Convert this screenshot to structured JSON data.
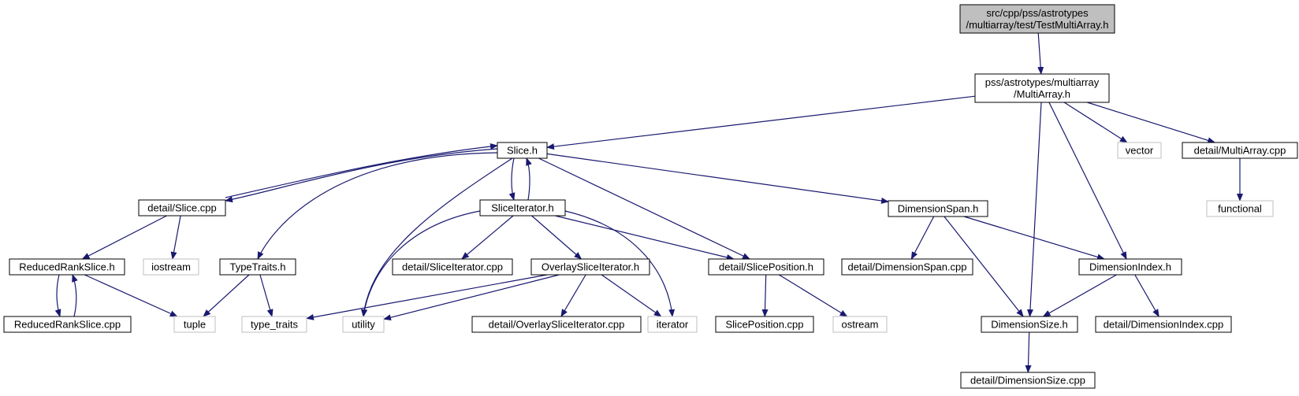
{
  "colors": {
    "edge": "#191970",
    "root_fill": "#bfbfbf",
    "file_border": "#000000",
    "system_border": "#bfbfbf"
  },
  "nodes": {
    "root": {
      "label": "src/cpp/pss/astrotypes\n/multiarray/test/TestMultiArray.h",
      "kind": "root"
    },
    "multiarray_h": {
      "label": "pss/astrotypes/multiarray\n/MultiArray.h",
      "kind": "file"
    },
    "slice_h": {
      "label": "Slice.h",
      "kind": "file"
    },
    "vector": {
      "label": "vector",
      "kind": "system"
    },
    "multiarray_cpp": {
      "label": "detail/MultiArray.cpp",
      "kind": "file"
    },
    "functional": {
      "label": "functional",
      "kind": "system"
    },
    "slice_cpp": {
      "label": "detail/Slice.cpp",
      "kind": "file"
    },
    "sliceiterator_h": {
      "label": "SliceIterator.h",
      "kind": "file"
    },
    "dimensionspan_h": {
      "label": "DimensionSpan.h",
      "kind": "file"
    },
    "reducedrankslice_h": {
      "label": "ReducedRankSlice.h",
      "kind": "file"
    },
    "iostream": {
      "label": "iostream",
      "kind": "system"
    },
    "typetraits_h": {
      "label": "TypeTraits.h",
      "kind": "file"
    },
    "sliceiterator_cpp": {
      "label": "detail/SliceIterator.cpp",
      "kind": "file"
    },
    "overlaysliceiterator_h": {
      "label": "OverlaySliceIterator.h",
      "kind": "file"
    },
    "sliceposition_h": {
      "label": "detail/SlicePosition.h",
      "kind": "file"
    },
    "dimensionspan_cpp": {
      "label": "detail/DimensionSpan.cpp",
      "kind": "file"
    },
    "dimensionindex_h": {
      "label": "DimensionIndex.h",
      "kind": "file"
    },
    "reducedrankslice_cpp": {
      "label": "ReducedRankSlice.cpp",
      "kind": "file"
    },
    "tuple": {
      "label": "tuple",
      "kind": "system"
    },
    "type_traits": {
      "label": "type_traits",
      "kind": "system"
    },
    "utility": {
      "label": "utility",
      "kind": "system"
    },
    "overlaysliceiterator_cpp": {
      "label": "detail/OverlaySliceIterator.cpp",
      "kind": "file"
    },
    "iterator": {
      "label": "iterator",
      "kind": "system"
    },
    "sliceposition_cpp": {
      "label": "SlicePosition.cpp",
      "kind": "file"
    },
    "ostream": {
      "label": "ostream",
      "kind": "system"
    },
    "dimensionsize_h": {
      "label": "DimensionSize.h",
      "kind": "file"
    },
    "dimensionindex_cpp": {
      "label": "detail/DimensionIndex.cpp",
      "kind": "file"
    },
    "dimensionsize_cpp": {
      "label": "detail/DimensionSize.cpp",
      "kind": "file"
    }
  },
  "edges": [
    [
      "root",
      "multiarray_h"
    ],
    [
      "multiarray_h",
      "slice_h"
    ],
    [
      "multiarray_h",
      "vector"
    ],
    [
      "multiarray_h",
      "multiarray_cpp"
    ],
    [
      "multiarray_h",
      "dimensionsize_h"
    ],
    [
      "multiarray_h",
      "dimensionindex_h"
    ],
    [
      "multiarray_cpp",
      "functional"
    ],
    [
      "slice_h",
      "slice_cpp"
    ],
    [
      "slice_cpp",
      "slice_h"
    ],
    [
      "slice_h",
      "sliceiterator_h"
    ],
    [
      "sliceiterator_h",
      "slice_h"
    ],
    [
      "slice_h",
      "typetraits_h"
    ],
    [
      "slice_h",
      "utility"
    ],
    [
      "slice_h",
      "sliceposition_h"
    ],
    [
      "slice_h",
      "dimensionspan_h"
    ],
    [
      "slice_cpp",
      "reducedrankslice_h"
    ],
    [
      "slice_cpp",
      "iostream"
    ],
    [
      "reducedrankslice_h",
      "reducedrankslice_cpp"
    ],
    [
      "reducedrankslice_cpp",
      "reducedrankslice_h"
    ],
    [
      "reducedrankslice_h",
      "tuple"
    ],
    [
      "typetraits_h",
      "tuple"
    ],
    [
      "typetraits_h",
      "type_traits"
    ],
    [
      "sliceiterator_h",
      "utility"
    ],
    [
      "sliceiterator_h",
      "sliceiterator_cpp"
    ],
    [
      "sliceiterator_h",
      "overlaysliceiterator_h"
    ],
    [
      "sliceiterator_h",
      "iterator"
    ],
    [
      "sliceiterator_h",
      "sliceposition_h"
    ],
    [
      "overlaysliceiterator_h",
      "type_traits"
    ],
    [
      "overlaysliceiterator_h",
      "utility"
    ],
    [
      "overlaysliceiterator_h",
      "overlaysliceiterator_cpp"
    ],
    [
      "overlaysliceiterator_h",
      "iterator"
    ],
    [
      "sliceposition_h",
      "sliceposition_cpp"
    ],
    [
      "sliceposition_h",
      "ostream"
    ],
    [
      "dimensionspan_h",
      "dimensionspan_cpp"
    ],
    [
      "dimensionspan_h",
      "dimensionsize_h"
    ],
    [
      "dimensionspan_h",
      "dimensionindex_h"
    ],
    [
      "dimensionindex_h",
      "dimensionsize_h"
    ],
    [
      "dimensionindex_h",
      "dimensionindex_cpp"
    ],
    [
      "dimensionsize_h",
      "dimensionsize_cpp"
    ]
  ]
}
